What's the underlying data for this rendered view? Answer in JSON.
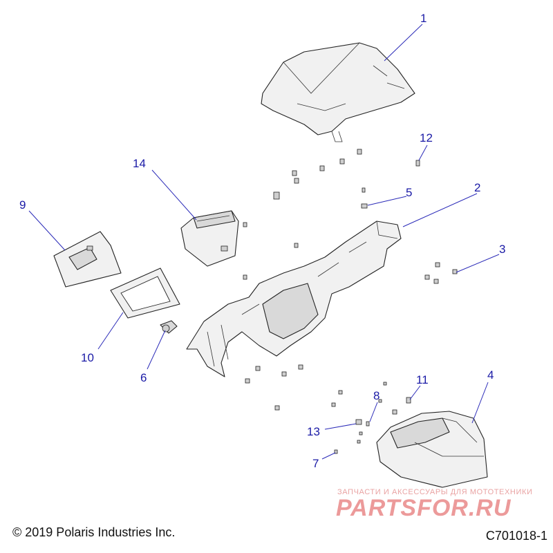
{
  "callouts": [
    {
      "id": "1",
      "label": "1"
    },
    {
      "id": "2",
      "label": "2"
    },
    {
      "id": "3",
      "label": "3"
    },
    {
      "id": "4",
      "label": "4"
    },
    {
      "id": "5",
      "label": "5"
    },
    {
      "id": "6",
      "label": "6"
    },
    {
      "id": "7",
      "label": "7"
    },
    {
      "id": "8",
      "label": "8"
    },
    {
      "id": "9",
      "label": "9"
    },
    {
      "id": "10",
      "label": "10"
    },
    {
      "id": "11",
      "label": "11"
    },
    {
      "id": "12",
      "label": "12"
    },
    {
      "id": "13",
      "label": "13"
    },
    {
      "id": "14",
      "label": "14"
    }
  ],
  "footer": {
    "copyright": "© 2019 Polaris Industries Inc.",
    "diagram_code": "C701018-1"
  },
  "watermark": {
    "tagline": "ЗАПЧАСТИ И АКСЕССУАРЫ ДЛЯ МОТОТЕХНИКИ",
    "brand": "PARTSFOR.RU"
  },
  "colors": {
    "callout": "#1a1aa6",
    "watermark": "#ec9a9a"
  }
}
